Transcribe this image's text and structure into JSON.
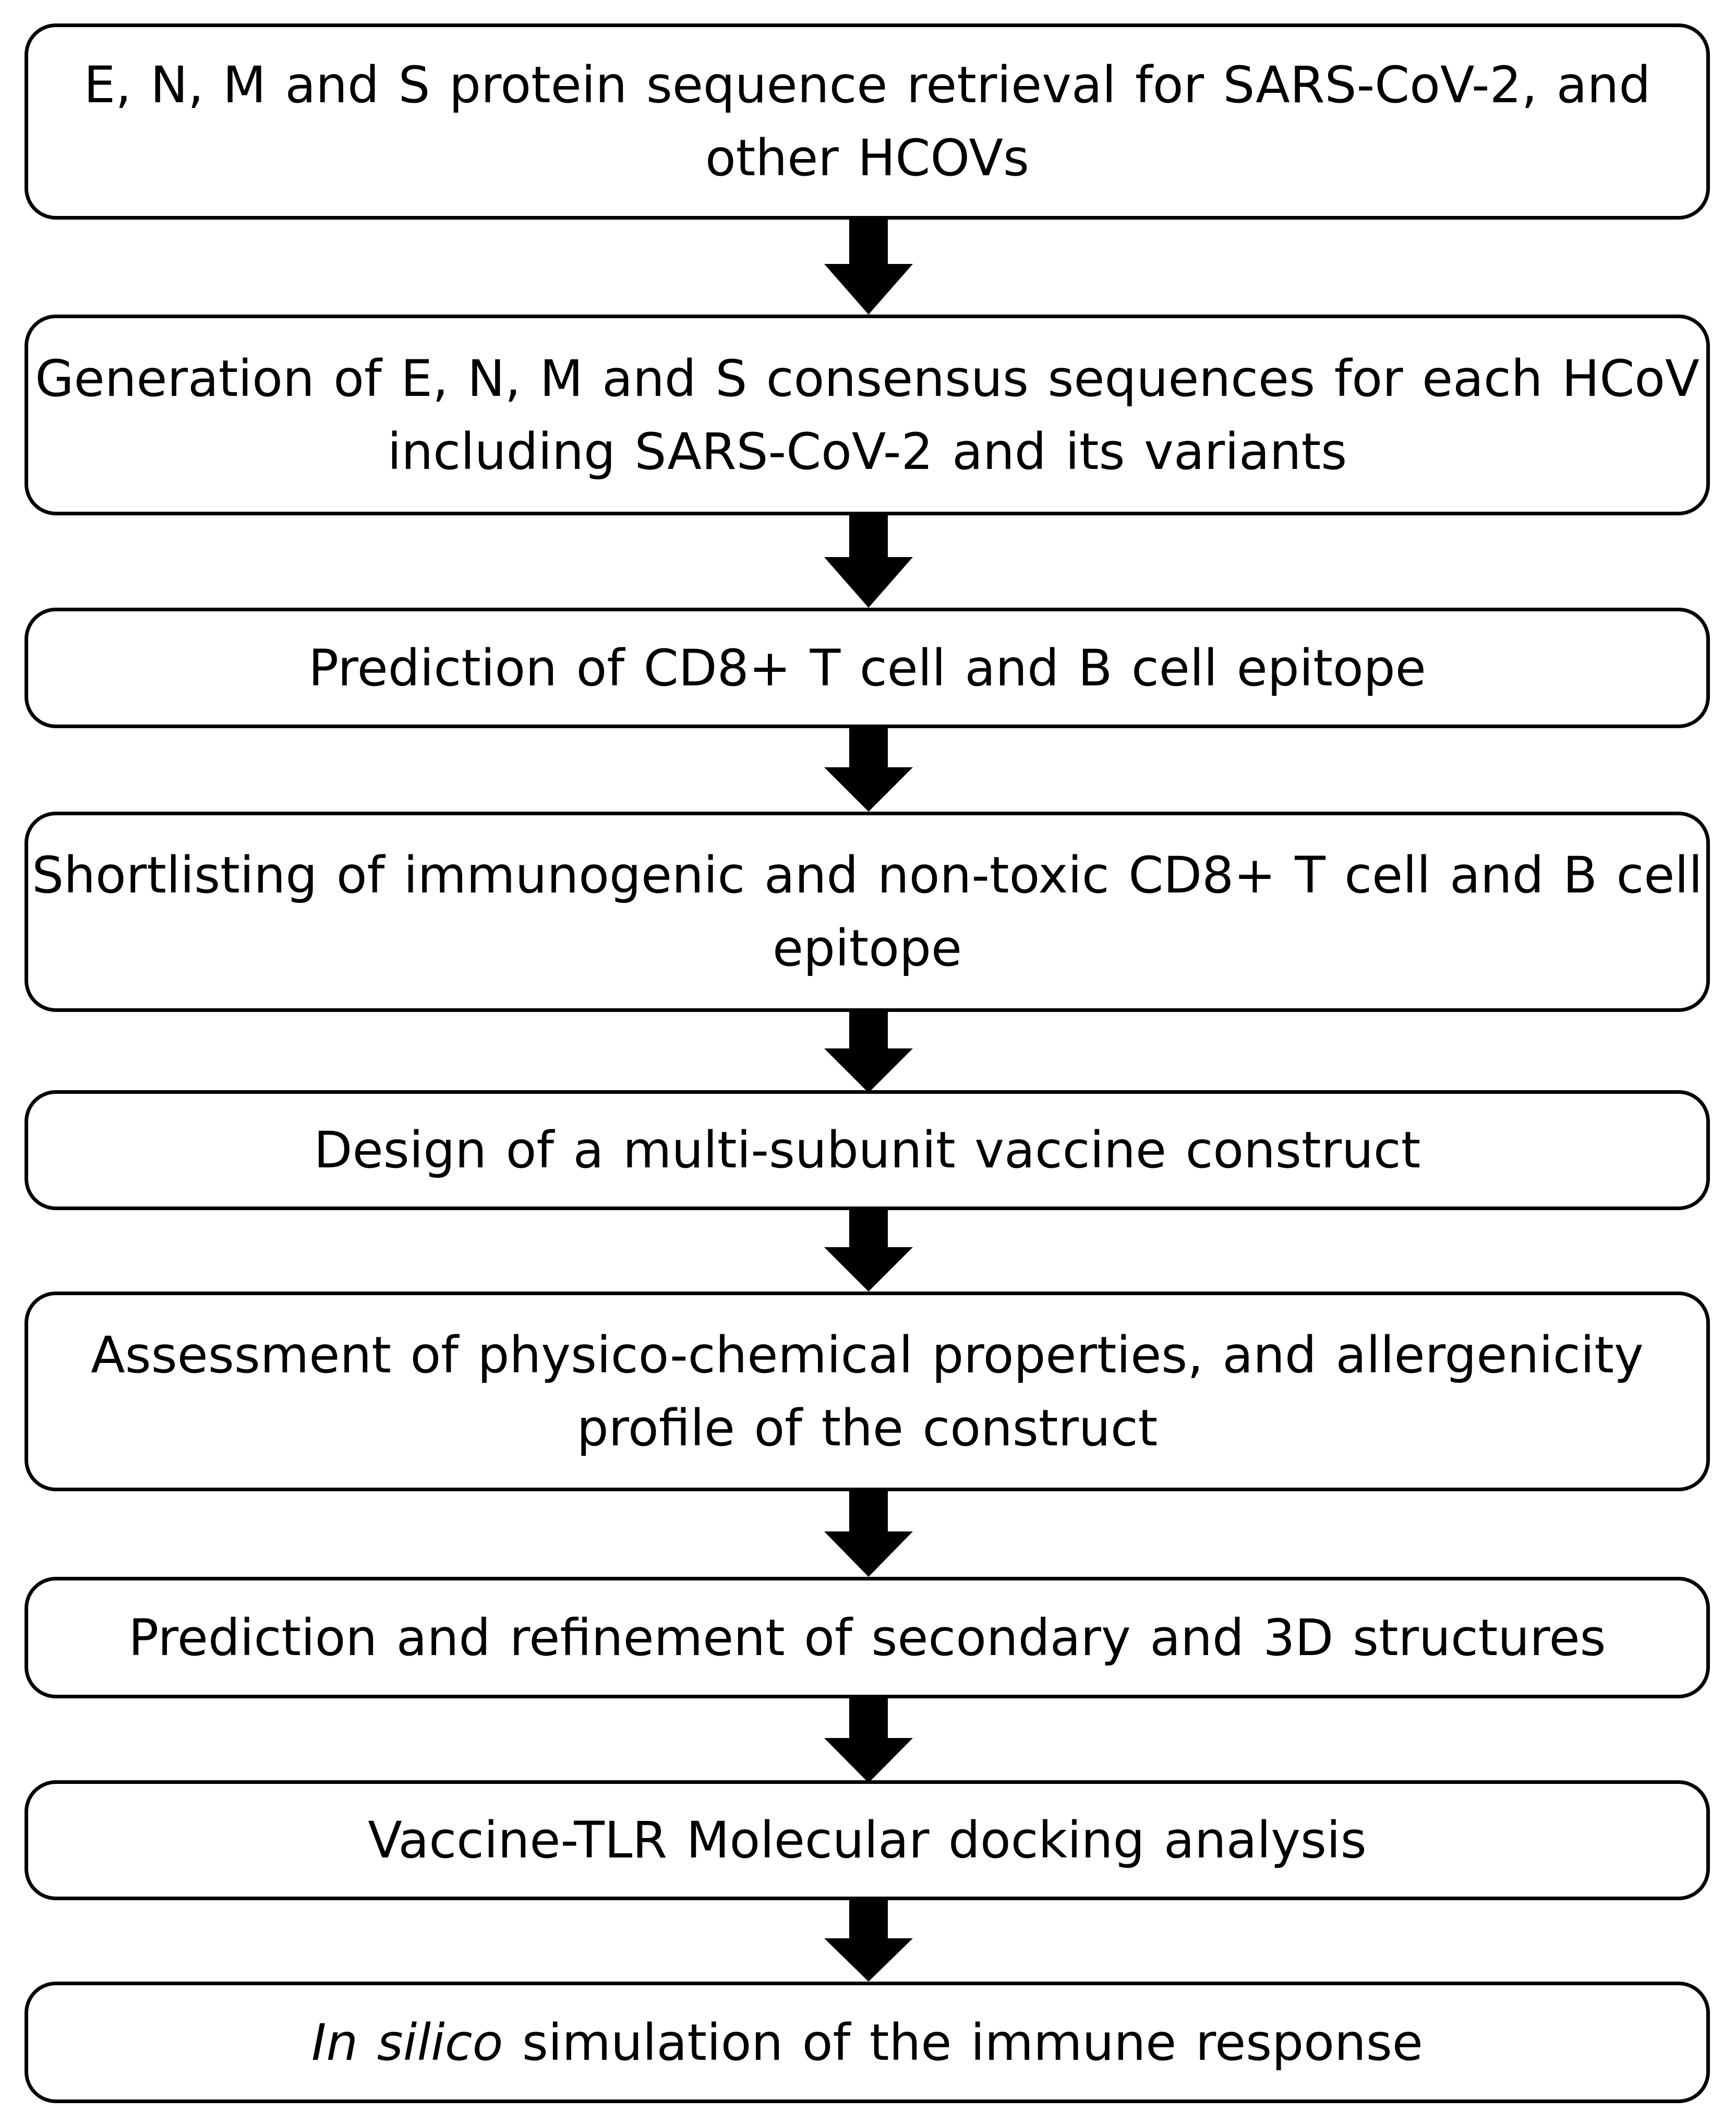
{
  "flowchart": {
    "steps": [
      {
        "lines": [
          "E, N, M and S protein sequence retrieval for SARS-CoV-2, and",
          "other HCOVs"
        ]
      },
      {
        "lines": [
          "Generation of E, N, M and S consensus sequences for each HCoV",
          "including SARS-CoV-2 and its variants"
        ]
      },
      {
        "lines": [
          "Prediction of CD8+ T cell and B cell epitope"
        ]
      },
      {
        "lines": [
          "Shortlisting of immunogenic and non-toxic CD8+ T cell and B cell",
          "epitope"
        ]
      },
      {
        "lines": [
          "Design of a multi-subunit vaccine construct"
        ]
      },
      {
        "lines": [
          "Assessment of physico-chemical properties, and allergenicity",
          "profile of the construct"
        ]
      },
      {
        "lines": [
          "Prediction and refinement of secondary and 3D structures"
        ]
      },
      {
        "lines": [
          "Vaccine-TLR Molecular docking analysis"
        ]
      },
      {
        "italic": "In silico",
        "rest": " simulation of the immune response"
      }
    ],
    "arrow_color": "#000000",
    "box_border_color": "#000000"
  }
}
